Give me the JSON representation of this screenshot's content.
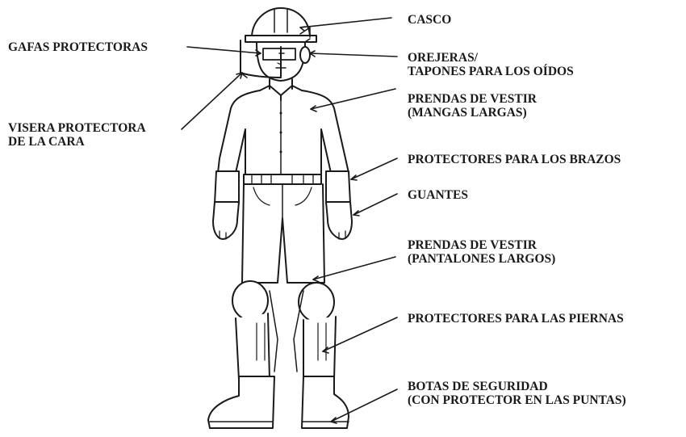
{
  "diagram": {
    "labels": {
      "casco": [
        "CASCO"
      ],
      "gafas": [
        "GAFAS PROTECTORAS"
      ],
      "orejeras": [
        "OREJERAS/",
        "TAPONES PARA LOS OÍDOS"
      ],
      "visera": [
        "VISERA PROTECTORA",
        "DE LA CARA"
      ],
      "prendas_mangas": [
        "PRENDAS DE VESTIR",
        "(MANGAS LARGAS)"
      ],
      "protectores_brazos": [
        "PROTECTORES PARA LOS BRAZOS"
      ],
      "guantes": [
        "GUANTES"
      ],
      "prendas_pantalones": [
        "PRENDAS DE VESTIR",
        "(PANTALONES LARGOS)"
      ],
      "protectores_piernas": [
        "PROTECTORES PARA LAS PIERNAS"
      ],
      "botas": [
        "BOTAS DE SEGURIDAD",
        "(CON PROTECTOR EN LAS PUNTAS)"
      ]
    }
  }
}
